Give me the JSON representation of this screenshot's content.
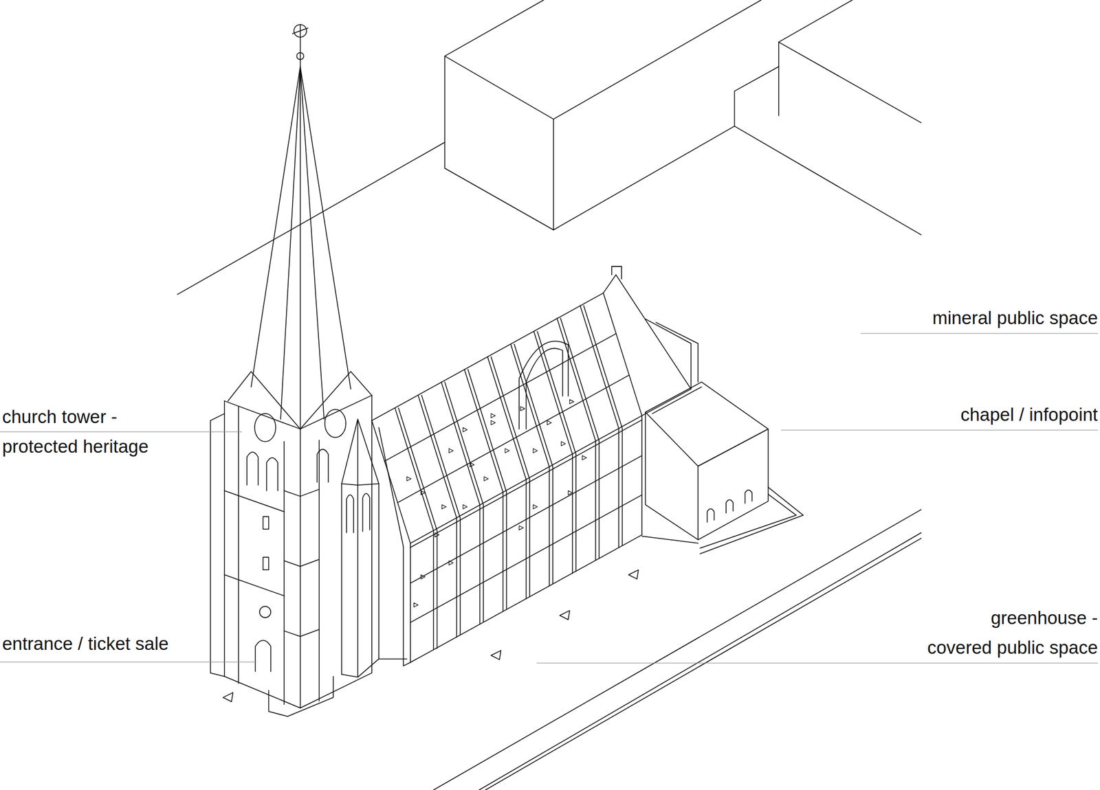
{
  "diagram": {
    "labels": [
      "mineral public space",
      "church tower - protected heritage",
      "chapel / infopoint",
      "greenhouse - covered public space",
      "entrance / ticket sale"
    ]
  }
}
